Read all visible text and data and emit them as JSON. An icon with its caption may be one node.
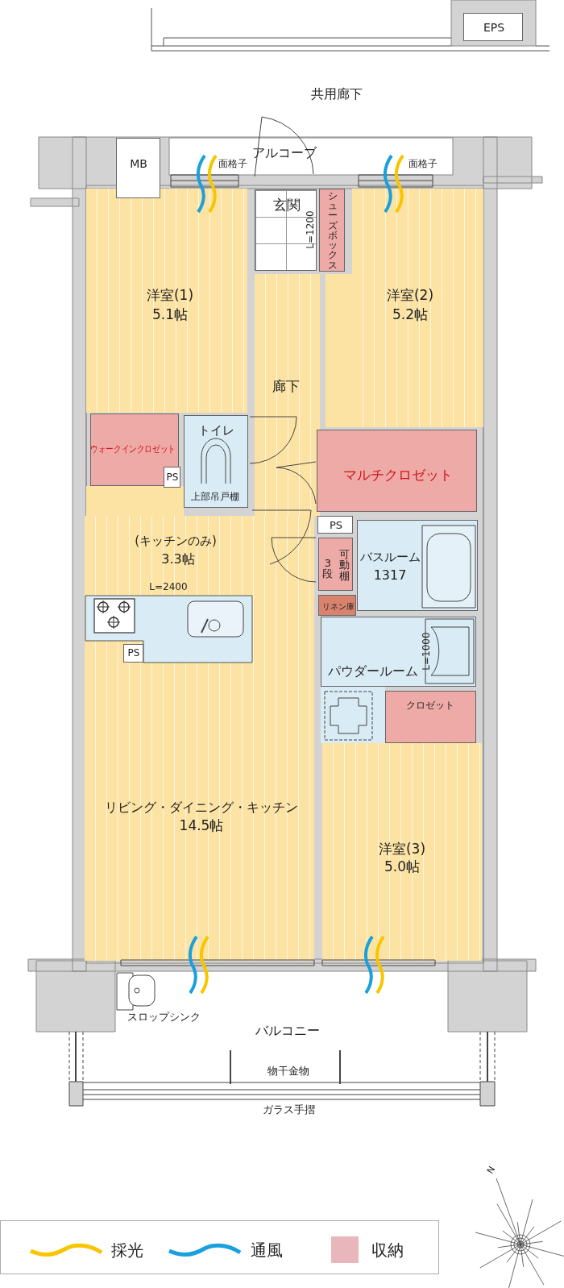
{
  "diagram": {
    "nodes": [
      {
        "text": [
          "EPS"
        ]
      },
      {
        "text": [
          "MB"
        ]
      },
      {
        "text": [
          "玄関"
        ]
      },
      {
        "text": [
          "シューズボックス"
        ]
      },
      {
        "text": [
          "洋室(1)",
          "5.1帖"
        ]
      },
      {
        "text": [
          "洋室(2)",
          "5.2帖"
        ]
      },
      {
        "text": [
          "廊下"
        ]
      },
      {
        "text": [
          "ウォークインクロゼット"
        ]
      },
      {
        "text": [
          "PS"
        ],
        "in": 7
      },
      {
        "text": [
          "トイレ"
        ]
      },
      {
        "text": [
          "マルチクロゼット"
        ]
      },
      {
        "text": [
          "PS"
        ]
      },
      {
        "text": [
          "3段",
          "可動棚"
        ]
      },
      {
        "text": [
          "バスルーム",
          "1317"
        ]
      },
      {
        "text": [
          "リネン庫"
        ]
      },
      {
        "text": [
          "パウダールーム"
        ]
      },
      {
        "text": [
          "クロゼット"
        ]
      },
      {
        "text": [
          "PS"
        ],
        "in": 18
      },
      {
        "text": [
          "リビング・ダイニング・キッチン",
          "14.5帖"
        ]
      },
      {
        "text": [
          "洋室(3)",
          "5.0帖"
        ]
      }
    ],
    "labels": [
      "共用廊下",
      "アルコーブ",
      "面格子",
      "面格子",
      "L=1200",
      "上部吊戸棚",
      "(キッチンのみ)",
      "3.3帖",
      "L=2400",
      "L=1000",
      "スロップシンク",
      "バルコニー",
      "物干金物",
      "ガラス手摺",
      "N"
    ],
    "legend": [
      {
        "text": "採光"
      },
      {
        "text": "通風"
      },
      {
        "text": "収納",
        "color": "#e8b6bb"
      }
    ]
  }
}
